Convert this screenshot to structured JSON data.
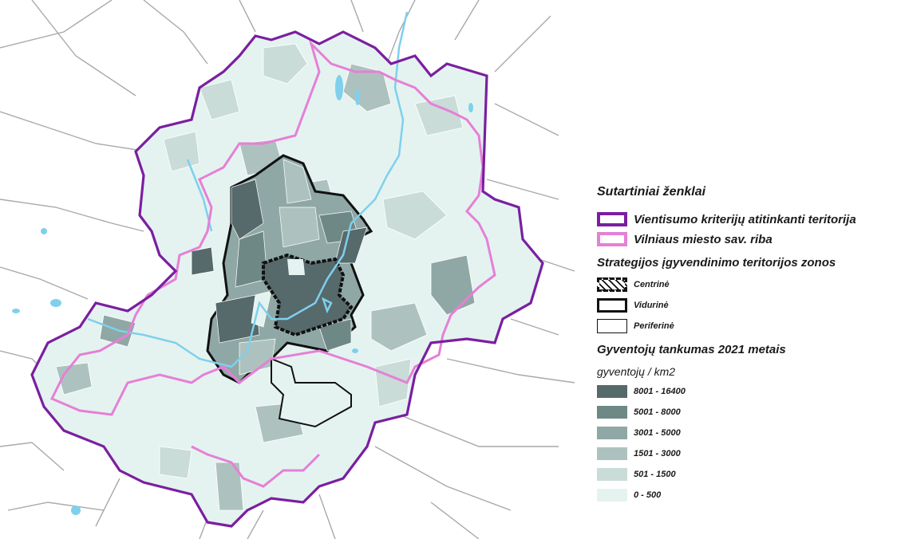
{
  "legend": {
    "title": "Sutartiniai ženklai",
    "boundary_items": [
      {
        "label": "Vientisumo kriterijų atitinkanti teritorija",
        "color": "#7a1fa0"
      },
      {
        "label": "Vilniaus miesto sav. riba",
        "color": "#e67fd6"
      }
    ],
    "zones_title": "Strategijos įgyvendinimo teritorijos zonos",
    "zones": [
      {
        "label": "Centrinė",
        "style": "hatched-thick-black"
      },
      {
        "label": "Vidurinė",
        "style": "thick-black"
      },
      {
        "label": "Periferinė",
        "style": "thin-black"
      }
    ],
    "density_title": "Gyventojų tankumas 2021 metais",
    "density_unit": "gyventojų / km2",
    "density_classes": [
      {
        "label": "8001 - 16400",
        "color": "#56696b"
      },
      {
        "label": "5001 - 8000",
        "color": "#6e8886"
      },
      {
        "label": "3001 - 5000",
        "color": "#8fa8a5"
      },
      {
        "label": "1501 - 3000",
        "color": "#adc2be"
      },
      {
        "label": "501 - 1500",
        "color": "#c9dcd7"
      },
      {
        "label": "0 - 500",
        "color": "#e4f3f0"
      }
    ]
  },
  "colors": {
    "water": "#7fd0ec",
    "roads": "#a9a9a9",
    "outer_boundary": "#7a1fa0",
    "city_boundary": "#e67fd6",
    "zone_border": "#111111"
  }
}
